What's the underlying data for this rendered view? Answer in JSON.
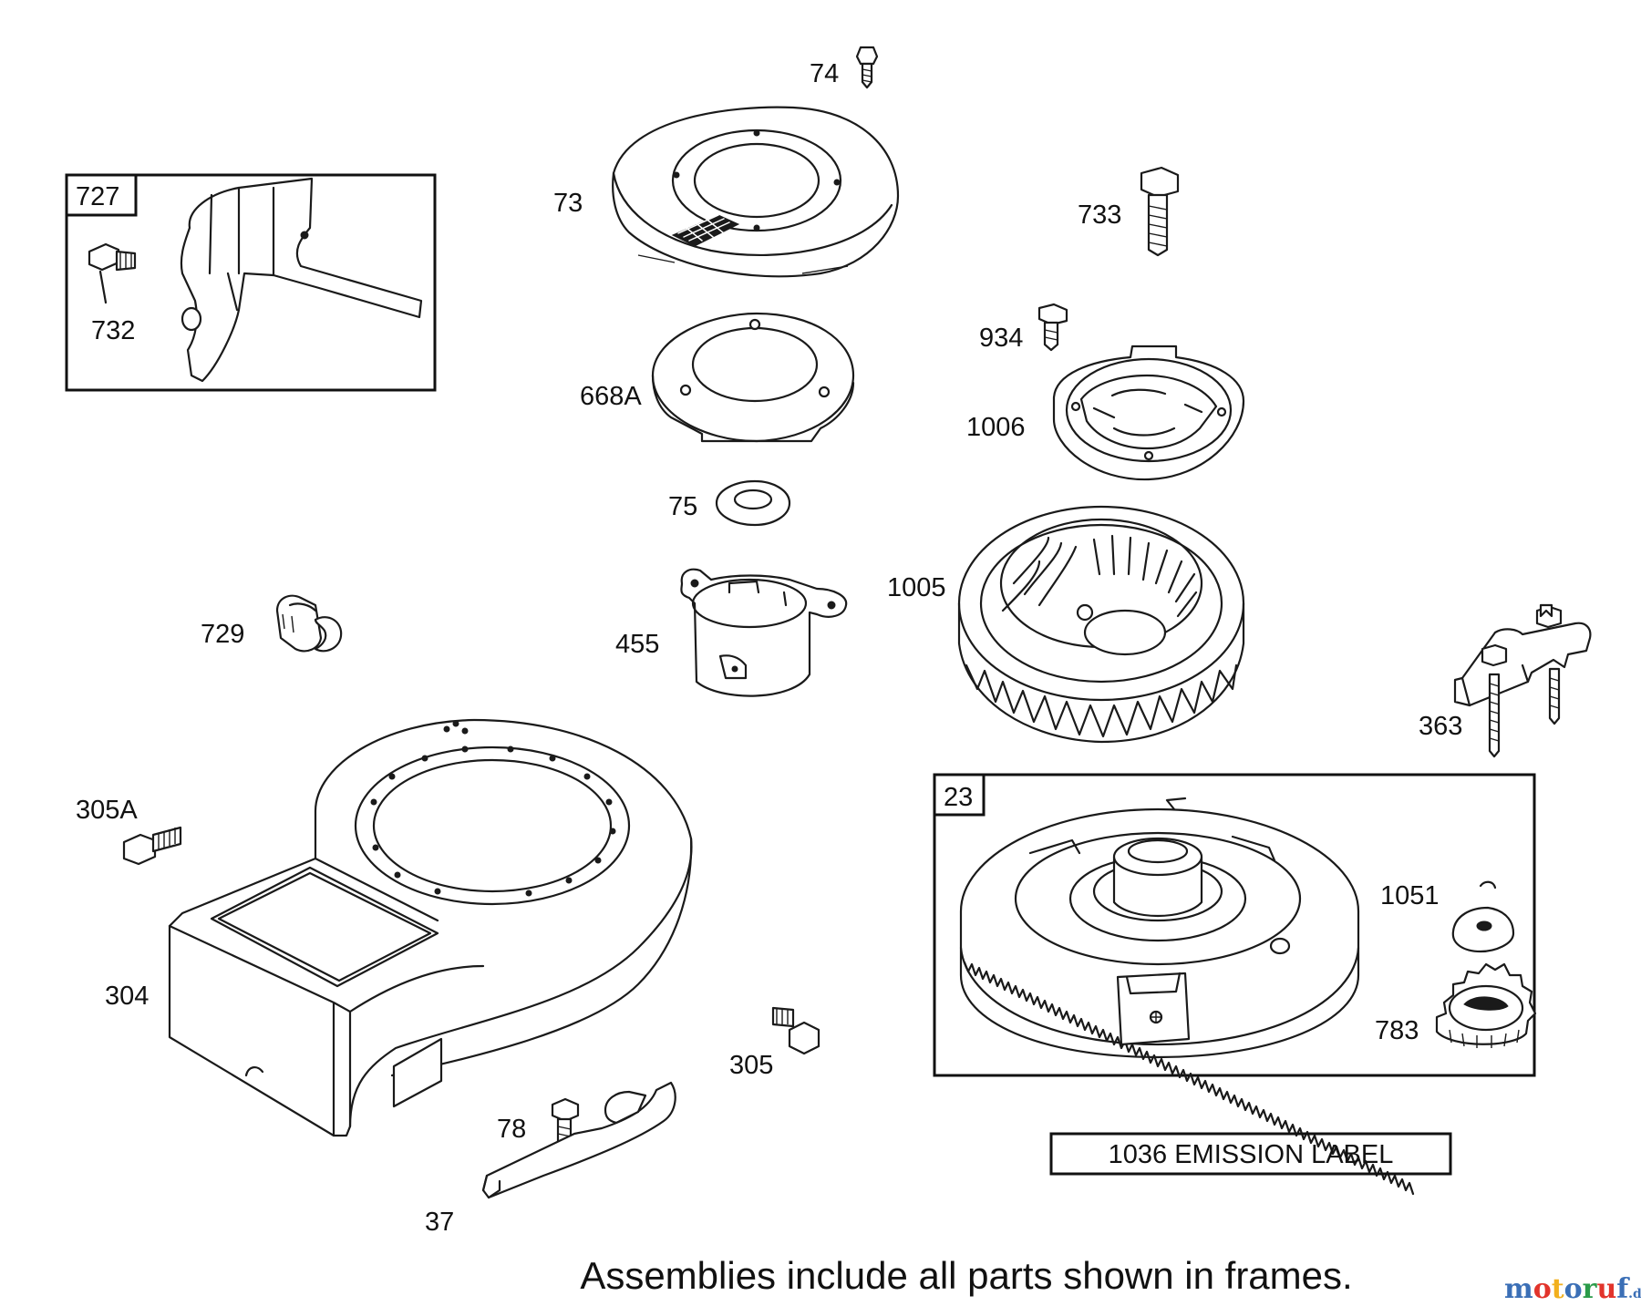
{
  "labels": {
    "l74": "74",
    "l73": "73",
    "l727": "727",
    "l732": "732",
    "l733": "733",
    "l934": "934",
    "l668a": "668A",
    "l1006": "1006",
    "l75": "75",
    "l1005": "1005",
    "l455": "455",
    "l729": "729",
    "l363": "363",
    "l305a": "305A",
    "l23": "23",
    "l1051": "1051",
    "l304": "304",
    "l783": "783",
    "l305": "305",
    "l78": "78",
    "l37": "37"
  },
  "emission_label": "1036 EMISSION LABEL",
  "footer_note": "Assemblies include all parts shown in frames.",
  "logo": {
    "text": "motoruf",
    "suffix": ".de",
    "colors": [
      "#3b6fb6",
      "#e2342b",
      "#f2b01e",
      "#3b6fb6",
      "#2a9b49",
      "#e2342b",
      "#3b6fb6"
    ]
  }
}
